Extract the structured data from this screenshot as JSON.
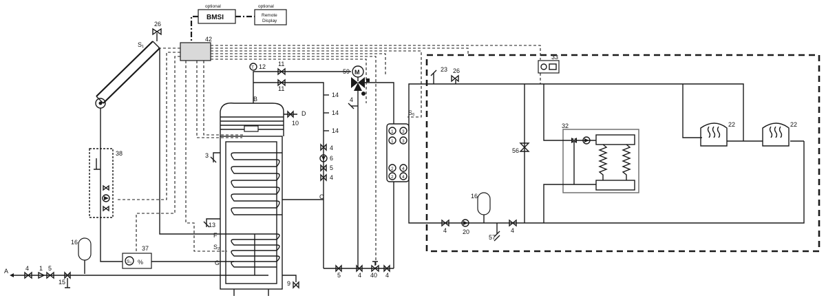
{
  "labels": {
    "a": "A",
    "b": "B",
    "c": "C",
    "d": "D",
    "f": "F",
    "g": "G",
    "s1": "S₁",
    "s2": "S₂",
    "s3": "S₃",
    "s6": "S₆",
    "n1": "1",
    "n3": "3",
    "n4": "4",
    "n5": "5",
    "n6": "6",
    "n9": "9",
    "n10": "10",
    "n11": "11",
    "n12": "12",
    "n13": "13",
    "n14": "14",
    "n15": "15",
    "n16": "16",
    "n20": "20",
    "n22": "22",
    "n23": "23",
    "n26": "26",
    "n32": "32",
    "n33": "33",
    "n37": "37",
    "n38": "38",
    "n40": "40",
    "n42": "42",
    "n56": "56",
    "n57": "57",
    "n59": "59",
    "bmsi_optional": "optional",
    "bmsi": "BMSI",
    "remote_optional": "optional",
    "remote_line1": "Remote",
    "remote_line2": "Display",
    "motor": "M",
    "hx_1": "1",
    "hx_2": "2",
    "hx_3": "3",
    "hx_4": "4",
    "thermometer": "T",
    "controller_37": "%"
  },
  "colors": {
    "line": "#1a1a1a",
    "controller_fill": "#d9d9d9",
    "background": "#ffffff"
  }
}
